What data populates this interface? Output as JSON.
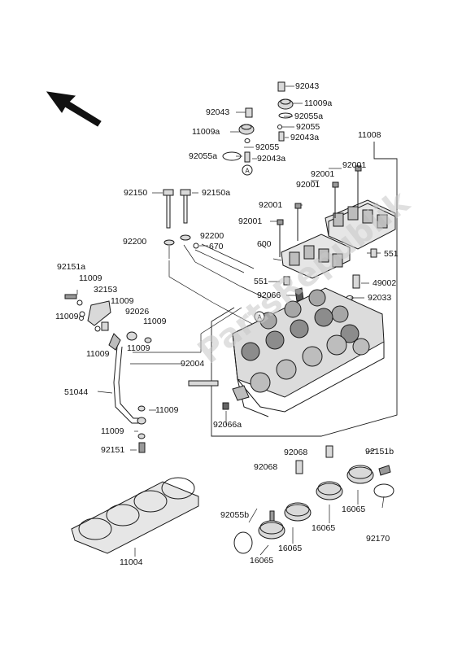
{
  "watermark": "PartsRepublik",
  "colors": {
    "line": "#1a1a1a",
    "part_fill": "#d9d9d9",
    "part_dark": "#8c8c8c",
    "watermark": "#c8c8c8"
  },
  "icons": [
    "arrow-direction-icon",
    "reference-a-icon"
  ],
  "reference_mark": "A",
  "labels": {
    "p92043_top": "92043",
    "p11009a_top": "11009a",
    "p92055a_top": "92055a",
    "p92055_top": "92055",
    "p92043a_top": "92043a",
    "p92043_left": "92043",
    "p11009a_left": "11009a",
    "p92055_left": "92055",
    "p92055a_left": "92055a",
    "p92043a_left": "92043a",
    "p11008": "11008",
    "p92001_a": "92001",
    "p92001_b": "92001",
    "p92001_c": "92001",
    "p92001_d": "92001",
    "p92001_e": "92001",
    "p92150": "92150",
    "p92150a": "92150a",
    "p92200_left": "92200",
    "p92200_right": "92200",
    "p670": "670",
    "p600": "600",
    "p551_right": "551",
    "p551_left": "551",
    "p49002": "49002",
    "p92066": "92066",
    "p92033": "92033",
    "p92151a": "92151a",
    "p11009_1": "11009",
    "p32153": "32153",
    "p11009_2": "11009",
    "p92026": "92026",
    "p11009_3": "11009",
    "p11009_4": "11009",
    "p11009_5": "11009",
    "p11009_6": "11009",
    "p92004": "92004",
    "p51044": "51044",
    "p11009_7": "11009",
    "p11009_8": "11009",
    "p92151": "92151",
    "p92066a": "92066a",
    "p92068_a": "92068",
    "p92068_b": "92068",
    "p92151b": "92151b",
    "p92055b": "92055b",
    "p16065_a": "16065",
    "p16065_b": "16065",
    "p16065_c": "16065",
    "p92170": "92170",
    "p16065_d": "16065",
    "p11004": "11004"
  }
}
